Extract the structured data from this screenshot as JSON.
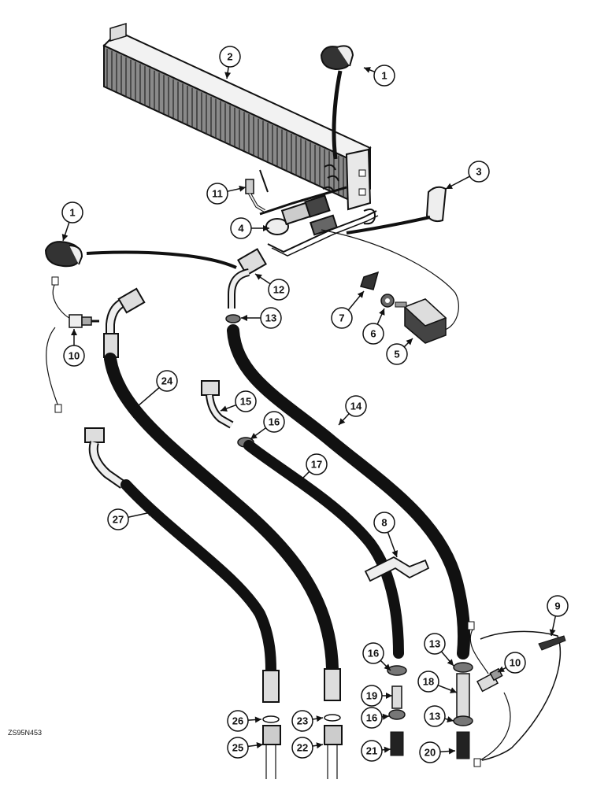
{
  "figure": {
    "code": "ZS95N453",
    "callouts": [
      {
        "id": "c1a",
        "label": "1"
      },
      {
        "id": "c2",
        "label": "2"
      },
      {
        "id": "c3",
        "label": "3"
      },
      {
        "id": "c11",
        "label": "11"
      },
      {
        "id": "c4",
        "label": "4"
      },
      {
        "id": "c1b",
        "label": "1"
      },
      {
        "id": "c12",
        "label": "12"
      },
      {
        "id": "c13a",
        "label": "13"
      },
      {
        "id": "c7",
        "label": "7"
      },
      {
        "id": "c6",
        "label": "6"
      },
      {
        "id": "c5",
        "label": "5"
      },
      {
        "id": "c10a",
        "label": "10"
      },
      {
        "id": "c24",
        "label": "24"
      },
      {
        "id": "c15",
        "label": "15"
      },
      {
        "id": "c16a",
        "label": "16"
      },
      {
        "id": "c14",
        "label": "14"
      },
      {
        "id": "c17",
        "label": "17"
      },
      {
        "id": "c27",
        "label": "27"
      },
      {
        "id": "c8",
        "label": "8"
      },
      {
        "id": "c9",
        "label": "9"
      },
      {
        "id": "c13b",
        "label": "13"
      },
      {
        "id": "c10b",
        "label": "10"
      },
      {
        "id": "c16b",
        "label": "16"
      },
      {
        "id": "c18",
        "label": "18"
      },
      {
        "id": "c19",
        "label": "19"
      },
      {
        "id": "c16c",
        "label": "16"
      },
      {
        "id": "c13c",
        "label": "13"
      },
      {
        "id": "c26",
        "label": "26"
      },
      {
        "id": "c23",
        "label": "23"
      },
      {
        "id": "c25",
        "label": "25"
      },
      {
        "id": "c22",
        "label": "22"
      },
      {
        "id": "c21",
        "label": "21"
      },
      {
        "id": "c20",
        "label": "20"
      }
    ]
  }
}
